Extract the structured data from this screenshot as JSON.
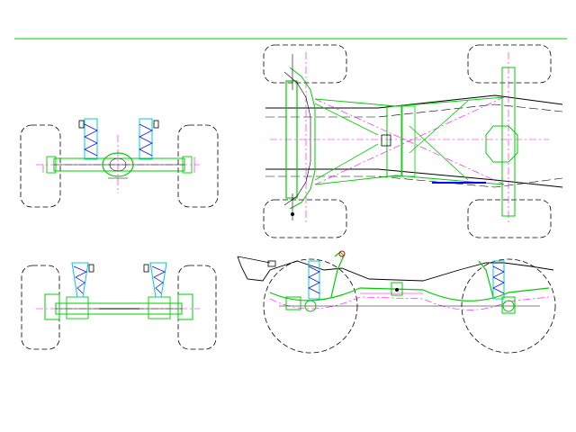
{
  "drawing": {
    "kind": "CAD chassis suspension drawing",
    "views": [
      "rear-axle-front-view",
      "front-axle-front-view",
      "chassis-top-view",
      "chassis-side-view"
    ],
    "colors": {
      "background": "#ffffff",
      "outline": "#000000",
      "frame": "#00cc00",
      "centerline": "#ff00ff",
      "spring": "#00cccc",
      "shock": "#0000ff",
      "accent": "#cc0000",
      "border": "#00cc00"
    }
  }
}
